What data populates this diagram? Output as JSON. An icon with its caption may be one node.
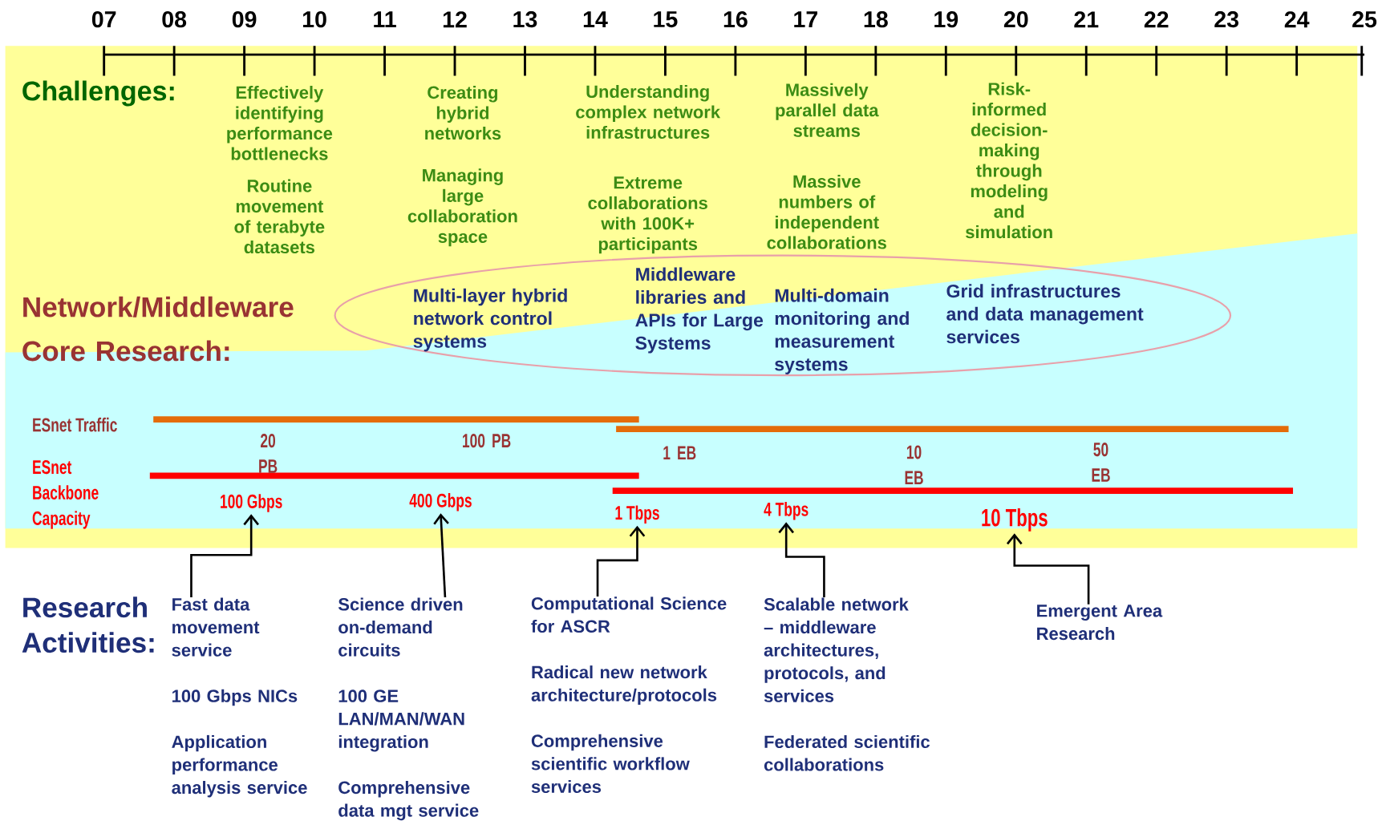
{
  "diagram": {
    "nodes": [
      {
        "text": [
          "Multi-layer hybrid network control systems",
          "Middleware libraries and APIs for Large Systems",
          "Multi-domain monitoring and measurement systems",
          "Grid infrastructures and data management services"
        ]
      },
      {
        "text": [
          "100 Gbps"
        ]
      },
      {
        "text": [
          "400 Gbps"
        ]
      },
      {
        "text": [
          "1 Tbps"
        ]
      },
      {
        "text": [
          "4 Tbps"
        ]
      },
      {
        "text": [
          "10 Tbps"
        ]
      },
      {
        "text": [
          "Fast data movement service",
          "100 Gbps NICs",
          "Application performance analysis service"
        ]
      },
      {
        "text": [
          "Science driven on-demand circuits",
          "**100 GE** LAN/MAN/WAN **integration**",
          "Comprehensive data mgt service"
        ]
      },
      {
        "text": [
          "Computational Science for ASCR",
          "Radical new network architecture/protocols",
          "Comprehensive scientific workflow services"
        ]
      },
      {
        "text": [
          "Scalable network – middleware architectures, protocols, and services",
          "Federated scientific collaborations"
        ]
      },
      {
        "text": [
          "Emergent Area Research"
        ]
      }
    ],
    "edges": [
      {
        "from": 6,
        "to": 1,
        "arrow": "to"
      },
      {
        "from": 7,
        "to": 2,
        "arrow": "to"
      },
      {
        "from": 8,
        "to": 3,
        "arrow": "to"
      },
      {
        "from": 9,
        "to": 4,
        "arrow": "to"
      },
      {
        "from": 10,
        "to": 5,
        "arrow": "to"
      }
    ],
    "labels": [
      "07",
      "08",
      "09",
      "10",
      "11",
      "12",
      "13",
      "14",
      "15",
      "16",
      "17",
      "18",
      "19",
      "20",
      "21",
      "22",
      "23",
      "24",
      "25",
      "Challenges:",
      "Effectively identifying performance bottlenecks",
      "Routine movement of terabyte datasets",
      "Creating hybrid networks",
      "Managing large collaboration space",
      "Understanding complex network infrastructures",
      "Extreme collaborations with 100K+ participants",
      "Massively parallel data streams",
      "Massive numbers of independent collaborations",
      "Risk-informed decision-making through modeling and simulation",
      "Network/Middleware Core Research:",
      "ESnet Traffic",
      "ESnet Backbone Capacity",
      "20 PB",
      "100 PB",
      "1 EB",
      "10 EB",
      "50 EB",
      "Research Activities:"
    ]
  }
}
